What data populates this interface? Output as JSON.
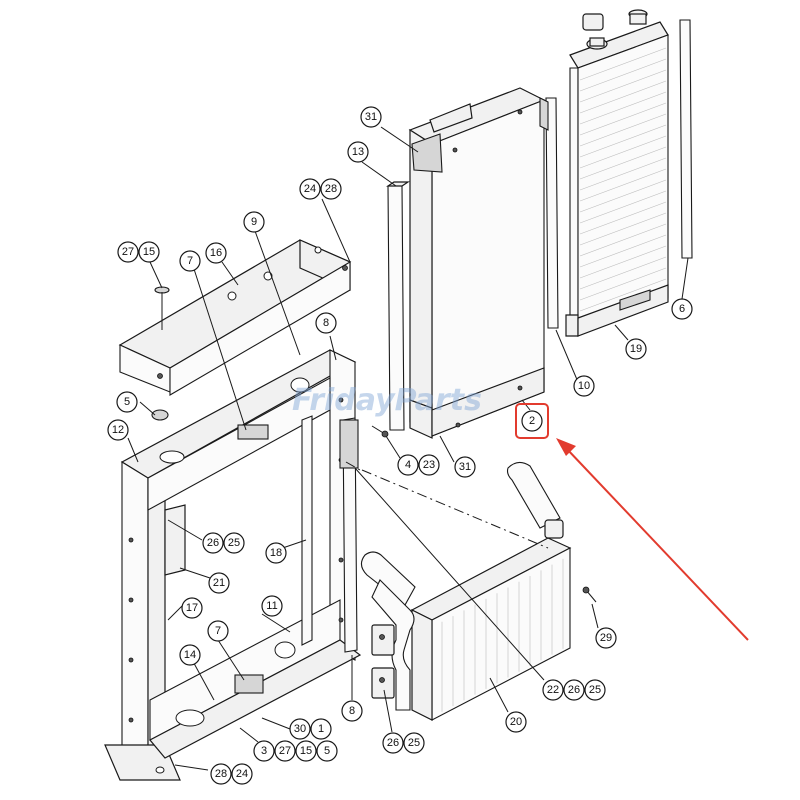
{
  "watermark": "FridayParts",
  "highlight": {
    "callout": "2",
    "color": "#e23b2e"
  },
  "callouts": [
    {
      "id": "c31a",
      "label": "31"
    },
    {
      "id": "c13",
      "label": "13"
    },
    {
      "id": "c24a",
      "label": "24"
    },
    {
      "id": "c28a",
      "label": "28"
    },
    {
      "id": "c9",
      "label": "9"
    },
    {
      "id": "c27a",
      "label": "27"
    },
    {
      "id": "c15a",
      "label": "15"
    },
    {
      "id": "c16",
      "label": "16"
    },
    {
      "id": "c7a",
      "label": "7"
    },
    {
      "id": "c8a",
      "label": "8"
    },
    {
      "id": "c5a",
      "label": "5"
    },
    {
      "id": "c12",
      "label": "12"
    },
    {
      "id": "c2",
      "label": "2"
    },
    {
      "id": "c4",
      "label": "4"
    },
    {
      "id": "c23",
      "label": "23"
    },
    {
      "id": "c31b",
      "label": "31"
    },
    {
      "id": "c10",
      "label": "10"
    },
    {
      "id": "c6",
      "label": "6"
    },
    {
      "id": "c19",
      "label": "19"
    },
    {
      "id": "c26a",
      "label": "26"
    },
    {
      "id": "c25a",
      "label": "25"
    },
    {
      "id": "c21",
      "label": "21"
    },
    {
      "id": "c18",
      "label": "18"
    },
    {
      "id": "c17",
      "label": "17"
    },
    {
      "id": "c11",
      "label": "11"
    },
    {
      "id": "c7b",
      "label": "7"
    },
    {
      "id": "c14",
      "label": "14"
    },
    {
      "id": "c8b",
      "label": "8"
    },
    {
      "id": "c22",
      "label": "22"
    },
    {
      "id": "c26b",
      "label": "26"
    },
    {
      "id": "c25b",
      "label": "25"
    },
    {
      "id": "c29",
      "label": "29"
    },
    {
      "id": "c20",
      "label": "20"
    },
    {
      "id": "c30",
      "label": "30"
    },
    {
      "id": "c1",
      "label": "1"
    },
    {
      "id": "c3",
      "label": "3"
    },
    {
      "id": "c27b",
      "label": "27"
    },
    {
      "id": "c15b",
      "label": "15"
    },
    {
      "id": "c5b",
      "label": "5"
    },
    {
      "id": "c28b",
      "label": "28"
    },
    {
      "id": "c24b",
      "label": "24"
    },
    {
      "id": "c26c",
      "label": "26"
    },
    {
      "id": "c25c",
      "label": "25"
    }
  ]
}
